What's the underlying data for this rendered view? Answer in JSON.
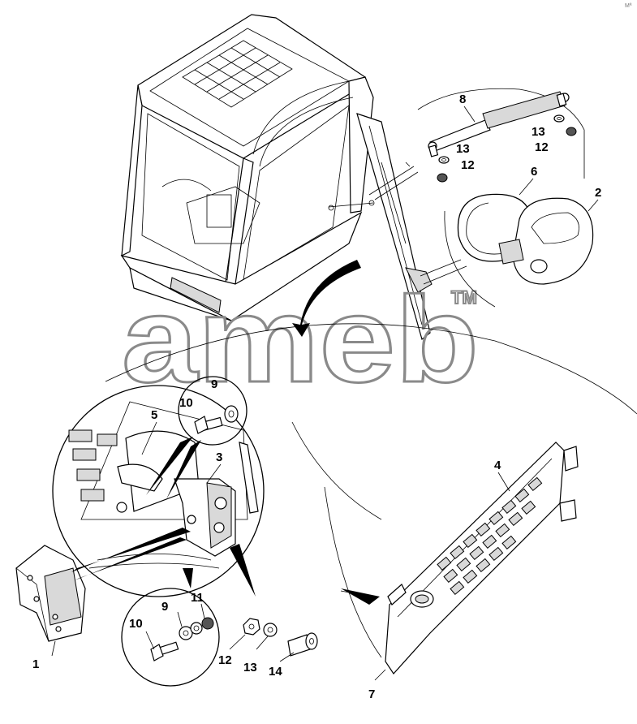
{
  "corner_mark": "Mª",
  "watermark": {
    "text": "ameb",
    "trademark": "TM"
  },
  "callouts": [
    {
      "id": "c1",
      "text": "1"
    },
    {
      "id": "c2",
      "text": "2"
    },
    {
      "id": "c3",
      "text": "3"
    },
    {
      "id": "c4",
      "text": "4"
    },
    {
      "id": "c5",
      "text": "5"
    },
    {
      "id": "c6",
      "text": "6"
    },
    {
      "id": "c7",
      "text": "7"
    },
    {
      "id": "c8",
      "text": "8"
    },
    {
      "id": "c9a",
      "text": "9"
    },
    {
      "id": "c9b",
      "text": "9"
    },
    {
      "id": "c10a",
      "text": "10"
    },
    {
      "id": "c10b",
      "text": "10"
    },
    {
      "id": "c11",
      "text": "11"
    },
    {
      "id": "c12a",
      "text": "12"
    },
    {
      "id": "c12b",
      "text": "12"
    },
    {
      "id": "c12c",
      "text": "12"
    },
    {
      "id": "c13a",
      "text": "13"
    },
    {
      "id": "c13b",
      "text": "13"
    },
    {
      "id": "c13c",
      "text": "13"
    },
    {
      "id": "c14",
      "text": "14"
    }
  ]
}
